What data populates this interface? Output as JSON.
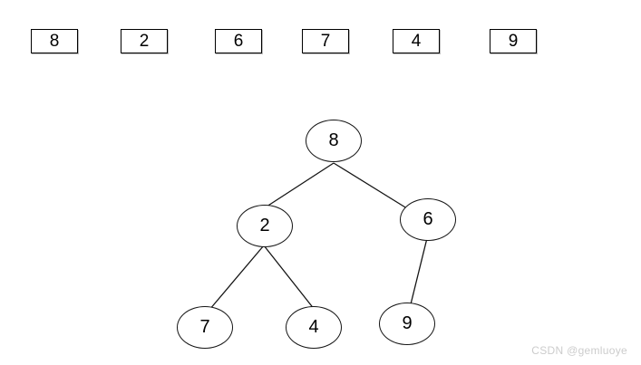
{
  "array_boxes": {
    "items": [
      {
        "value": "8"
      },
      {
        "value": "2"
      },
      {
        "value": "6"
      },
      {
        "value": "7"
      },
      {
        "value": "4"
      },
      {
        "value": "9"
      }
    ]
  },
  "tree": {
    "nodes": [
      {
        "value": "8",
        "left_child": "2",
        "right_child": "6"
      },
      {
        "value": "2",
        "left_child": "7",
        "right_child": "4"
      },
      {
        "value": "6",
        "left_child": "9"
      },
      {
        "value": "7"
      },
      {
        "value": "4"
      },
      {
        "value": "9"
      }
    ],
    "edges": [
      {
        "from": "8",
        "to": "2"
      },
      {
        "from": "8",
        "to": "6"
      },
      {
        "from": "2",
        "to": "7"
      },
      {
        "from": "2",
        "to": "4"
      },
      {
        "from": "6",
        "to": "9"
      }
    ]
  },
  "watermark": {
    "text": "CSDN @gemluoye"
  },
  "colors": {
    "background": "#ffffff",
    "stroke": "#141414",
    "text": "#000000",
    "watermark": "#cccccc"
  }
}
